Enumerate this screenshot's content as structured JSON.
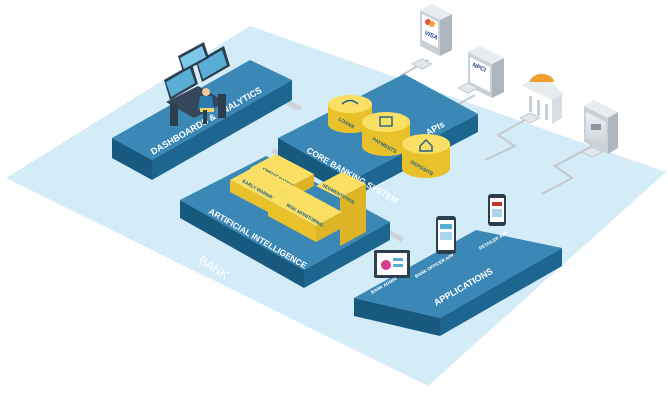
{
  "bank": {
    "label": "BANK"
  },
  "dashboards": {
    "title": "DASHBOARDS & ANALYTICS"
  },
  "core": {
    "title": "CORE BANKING SYSTEM",
    "apis": "APIs",
    "modules": [
      "LOANS",
      "PAYMENTS",
      "DEPOSITS"
    ]
  },
  "ai": {
    "title": "ARTIFICIAL INTELLIGENCE",
    "modules": [
      "CREDIT RATING",
      "EARLY WARNING",
      "SEGMENTATION",
      "RISK MONITORING"
    ]
  },
  "applications": {
    "title": "APPLICATIONS",
    "apps": [
      "BANK ADMIN",
      "BANK OFFICER APP",
      "RETAILER APP"
    ]
  },
  "partners": {
    "visa": "VISA",
    "npci": "NPCI"
  },
  "colors": {
    "platform_blue": "#1f6f9c",
    "module_yellow": "#f4d03f",
    "floor": "#d4ecf8"
  }
}
